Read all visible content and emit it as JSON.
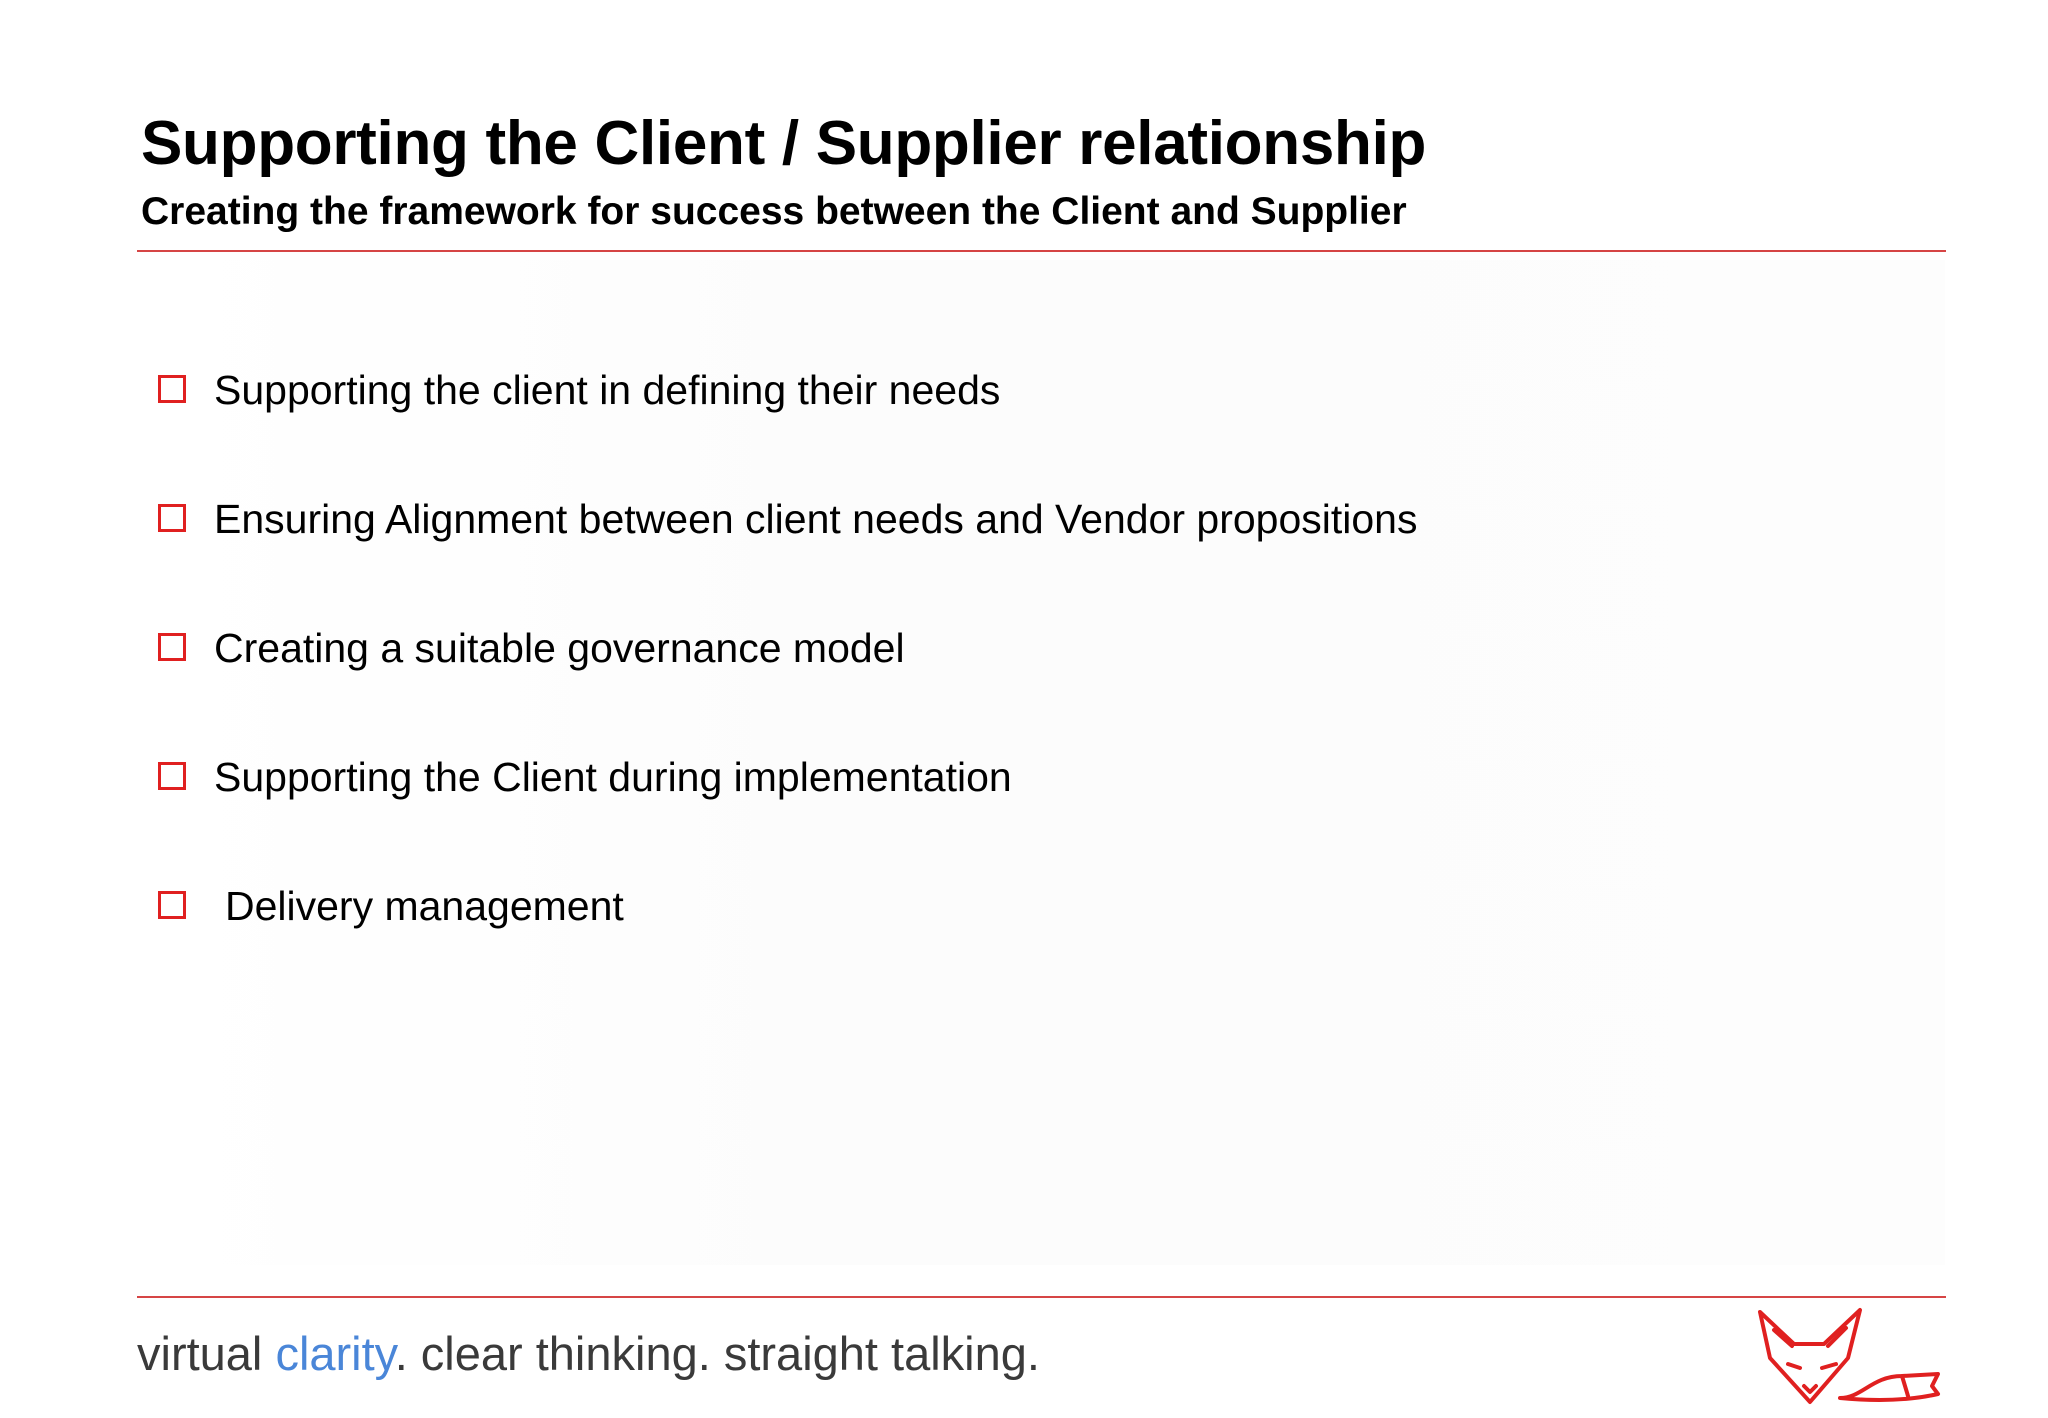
{
  "header": {
    "title": "Supporting the Client / Supplier relationship",
    "subtitle": "Creating the framework for success between the Client and Supplier"
  },
  "bullets": [
    "Supporting the client in defining their needs",
    "Ensuring Alignment between client needs and Vendor propositions",
    "Creating a suitable governance model",
    "Supporting the Client during implementation",
    "Delivery management"
  ],
  "footer": {
    "part1": "virtual ",
    "accent_word": "clarity",
    "part2": ". clear thinking. straight talking."
  },
  "logo": {
    "icon": "fox-icon"
  },
  "colors": {
    "accent_red": "#e02020",
    "rule_red": "#d64545",
    "footer_blue": "#4a86d8",
    "footer_gray": "#3a3a3a"
  }
}
